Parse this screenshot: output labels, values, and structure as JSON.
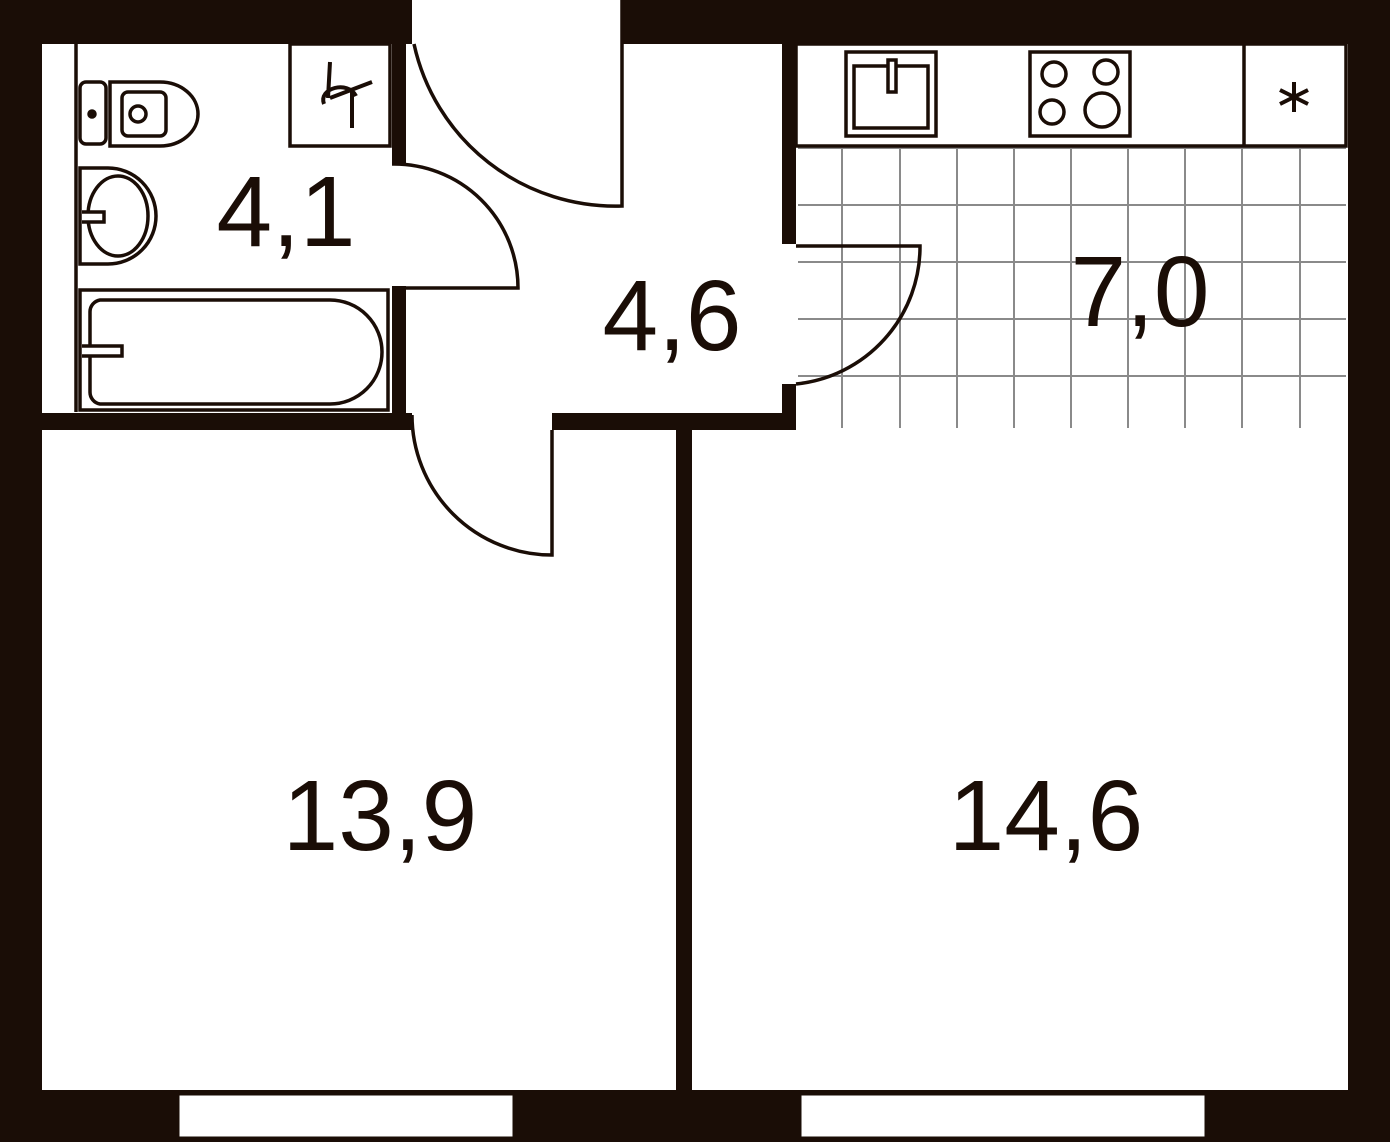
{
  "colors": {
    "wall": "#1a0d06",
    "floor": "#ffffff",
    "tile_grid": "#8a8a8a",
    "fixture": "#1a0d06"
  },
  "rooms": {
    "bathroom": {
      "area": "4,1"
    },
    "hallway": {
      "area": "4,6"
    },
    "kitchen": {
      "area": "7,0"
    },
    "bedroom": {
      "area": "13,9"
    },
    "living_room": {
      "area": "14,6"
    }
  },
  "fixtures": {
    "washing_machine_icon": "washing-machine-icon",
    "toilet_icon": "toilet-icon",
    "sink_icon": "sink-icon",
    "bathtub_icon": "bathtub-icon",
    "kitchen_sink_icon": "kitchen-sink-icon",
    "stove_icon": "stove-icon",
    "vent_icon": "asterisk-icon"
  }
}
